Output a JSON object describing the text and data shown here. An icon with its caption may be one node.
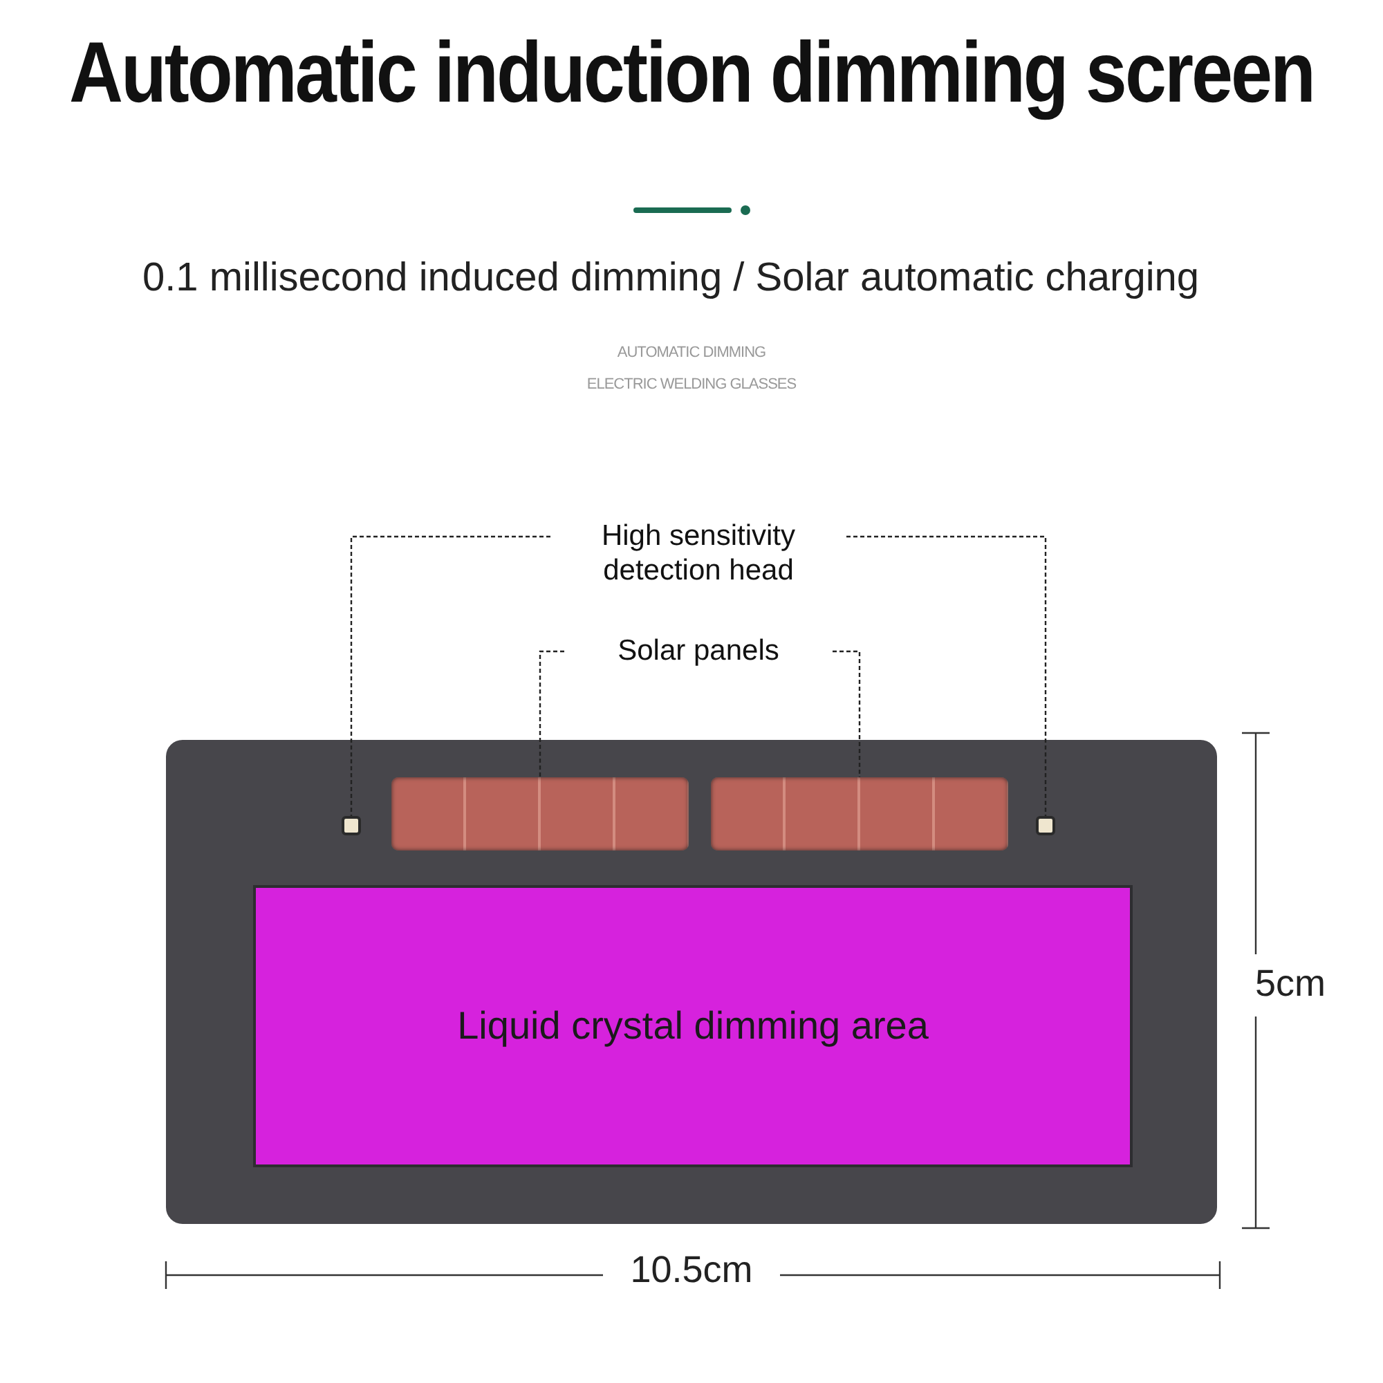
{
  "diagram": {
    "title": "Automatic induction dimming screen",
    "nodes": [
      {
        "text": [
          "High sensitivity detection head"
        ]
      },
      {
        "text": [
          "Solar panels"
        ]
      },
      {
        "text": [],
        "shape": "box"
      },
      {
        "text": [],
        "shape": "box",
        "in": 2
      },
      {
        "text": [],
        "shape": "box",
        "in": 2
      },
      {
        "text": [],
        "shape": "box",
        "in": 2
      },
      {
        "text": [],
        "shape": "box",
        "in": 2
      },
      {
        "text": [
          "Liquid crystal dimming area"
        ],
        "in": 2
      }
    ],
    "edges": [
      {
        "from": 0,
        "to": 3,
        "arrow": "none",
        "style": "dashed"
      },
      {
        "from": 0,
        "to": 6,
        "arrow": "none",
        "style": "dashed"
      },
      {
        "from": 1,
        "to": 4,
        "arrow": "none",
        "style": "dashed"
      },
      {
        "from": 1,
        "to": 5,
        "arrow": "none",
        "style": "dashed"
      }
    ],
    "labels": [
      "0.1 millisecond induced dimming / Solar automatic charging",
      "AUTOMATIC DIMMING ELECTRIC WELDING GLASSES",
      "5cm",
      "10.5cm"
    ]
  }
}
